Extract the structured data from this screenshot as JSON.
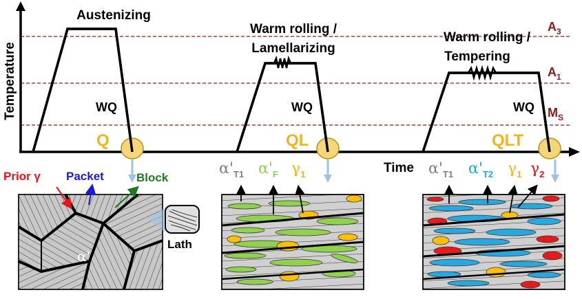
{
  "axis": {
    "y_label": "Temperature",
    "x_label": "Time"
  },
  "levels": {
    "a3": {
      "main": "A",
      "sub": "3"
    },
    "a1": {
      "main": "A",
      "sub": "1"
    },
    "ms": {
      "main": "M",
      "sub": "S"
    }
  },
  "stages": {
    "austenizing": "Austenizing",
    "warm_rolling_1": "Warm rolling /",
    "lamellarizing": "Lamellarizing",
    "warm_rolling_2": "Warm rolling /",
    "tempering": "Tempering"
  },
  "quench_labels": [
    "WQ",
    "WQ",
    "WQ"
  ],
  "process_names": {
    "q": "Q",
    "ql": "QL",
    "qlt": "QLT"
  },
  "micro_q": {
    "prior_gamma": "Prior γ",
    "packet": "Packet",
    "block": "Block",
    "lath": "Lath",
    "alpha_prime": "α'"
  },
  "micro_ql": {
    "alpha_t1": {
      "main": "α'",
      "sub": "T1"
    },
    "alpha_f": {
      "main": "α'",
      "sub": "F"
    },
    "gamma1": {
      "main": "γ",
      "sub": "1"
    }
  },
  "micro_qlt": {
    "alpha_t1": {
      "main": "α'",
      "sub": "T1"
    },
    "alpha_t2": {
      "main": "α'",
      "sub": "T2"
    },
    "gamma1": {
      "main": "γ",
      "sub": "1"
    },
    "gamma2": {
      "main": "γ",
      "sub": "2"
    }
  },
  "colors": {
    "level_line": "#8b1a1a",
    "process_label": "#f2b41c",
    "arrow": "#9ec3e6",
    "prior_gamma": "#e8141a",
    "packet": "#1a1ad6",
    "block": "#1f7a1f",
    "alpha_t1": "#7f7f7f",
    "alpha_f": "#8fd14f",
    "gamma1": "#f2b41c",
    "alpha_t2": "#1fa9e6",
    "gamma2": "#e8141a",
    "ferrite_fill": "#92d050",
    "retained_fill": "#ffc000",
    "tempered_fill": "#29a8e0",
    "red_fill": "#e51b1b"
  }
}
